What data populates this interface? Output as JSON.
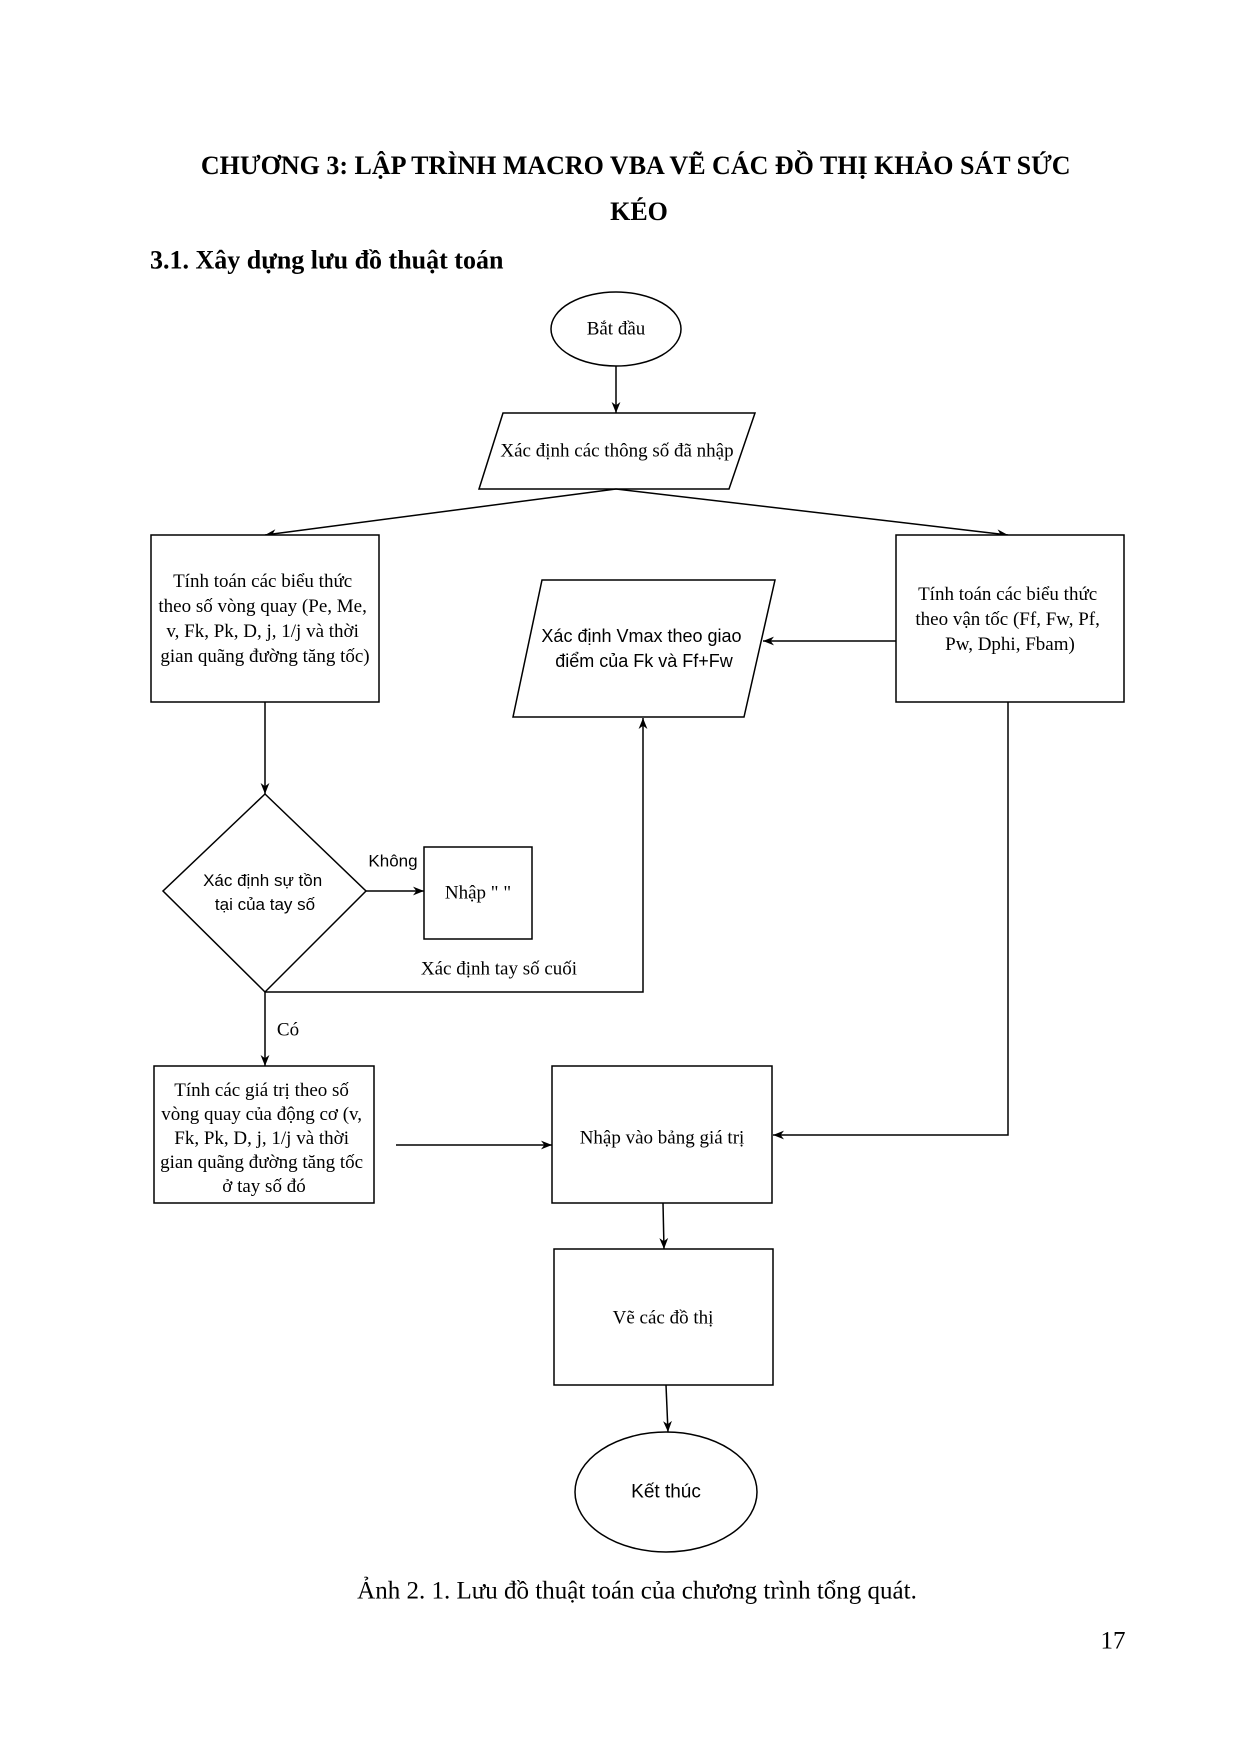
{
  "document": {
    "title_lines": [
      "CHƯƠNG 3: LẬP TRÌNH MACRO VBA VẼ CÁC ĐỒ THỊ KHẢO SÁT SỨC",
      "KÉO"
    ],
    "section_heading": "3.1. Xây dựng lưu đồ thuật toán",
    "figure_caption": "Ảnh 2. 1. Lưu đồ thuật toán của chương trình tổng quát.",
    "page_number": "17"
  },
  "flowchart": {
    "start": "Bắt đầu",
    "input_params": "Xác định các thông số đã nhập",
    "calc_by_engine_speed": [
      "Tính toán các biểu thức",
      "theo số vòng quay (Pe, Me,",
      "v, Fk, Pk, D, j, 1/j và thời",
      "gian quãng đường tăng tốc)"
    ],
    "calc_by_velocity": [
      "Tính toán các biểu thức",
      "theo vận tốc (Ff, Fw, Pf,",
      "Pw, Dphi, Fbam)"
    ],
    "find_vmax": [
      "Xác định Vmax theo giao",
      "điểm của Fk và Ff+Fw"
    ],
    "check_gear_exists": [
      "Xác định sự tồn",
      "tại của tay số"
    ],
    "branch_no": "Không",
    "enter_blank": "Nhập \" \"",
    "branch_last_gear": "Xác định tay số cuối",
    "branch_yes": "Có",
    "calc_per_gear": [
      "Tính các giá trị theo số",
      "vòng quay của động cơ (v,",
      "Fk, Pk, D, j, 1/j và thời",
      "gian quãng đường tăng tốc",
      "ở tay số đó"
    ],
    "enter_table": "Nhập vào bảng giá trị",
    "draw_charts": "Vẽ các đồ thị",
    "end": "Kết thúc"
  }
}
